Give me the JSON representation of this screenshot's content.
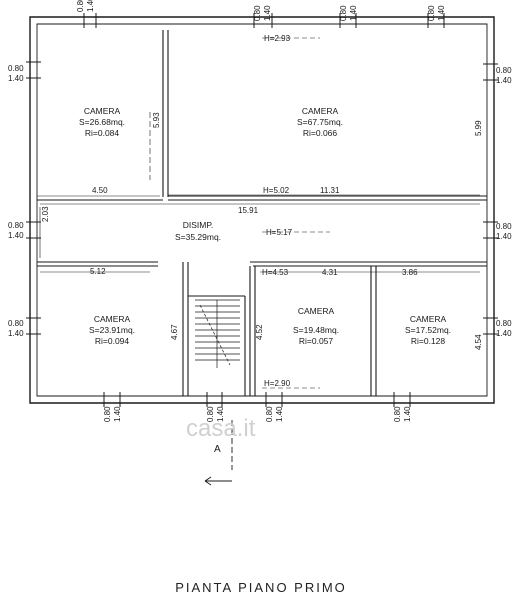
{
  "title": "PIANTA PIANO PRIMO",
  "watermark": "casa.it",
  "section_label": "A",
  "rooms": [
    {
      "name": "CAMERA",
      "area": "S=26.68mq.",
      "ri": "Ri=0.084"
    },
    {
      "name": "CAMERA",
      "area": "S=67.75mq.",
      "ri": "Ri=0.066"
    },
    {
      "name": "DISIMP.",
      "area": "S=35.29mq."
    },
    {
      "name": "CAMERA",
      "area": "S=23.91mq.",
      "ri": "Ri=0.094"
    },
    {
      "name": "CAMERA",
      "area": "S=19.48mq.",
      "ri": "Ri=0.057"
    },
    {
      "name": "CAMERA",
      "area": "S=17.52mq.",
      "ri": "Ri=0.128"
    }
  ],
  "dimensions": {
    "d_4_50": "4.50",
    "d_5_93": "5.93",
    "d_5_99": "5.99",
    "d_h502": "H=5.02",
    "d_11_31": "11.31",
    "d_15_91": "15.91",
    "d_2_03": "2.03",
    "d_h517": "H=5.17",
    "d_h293_top": "H=2.93",
    "d_5_12": "5.12",
    "d_h453": "H=4.53",
    "d_4_31": "4.31",
    "d_3_86": "3.86",
    "d_4_67": "4.67",
    "d_4_52": "4.52",
    "d_4_54": "4.54",
    "d_h290": "H=2.90"
  },
  "window_label": {
    "w": "0.80",
    "h": "1.40"
  }
}
